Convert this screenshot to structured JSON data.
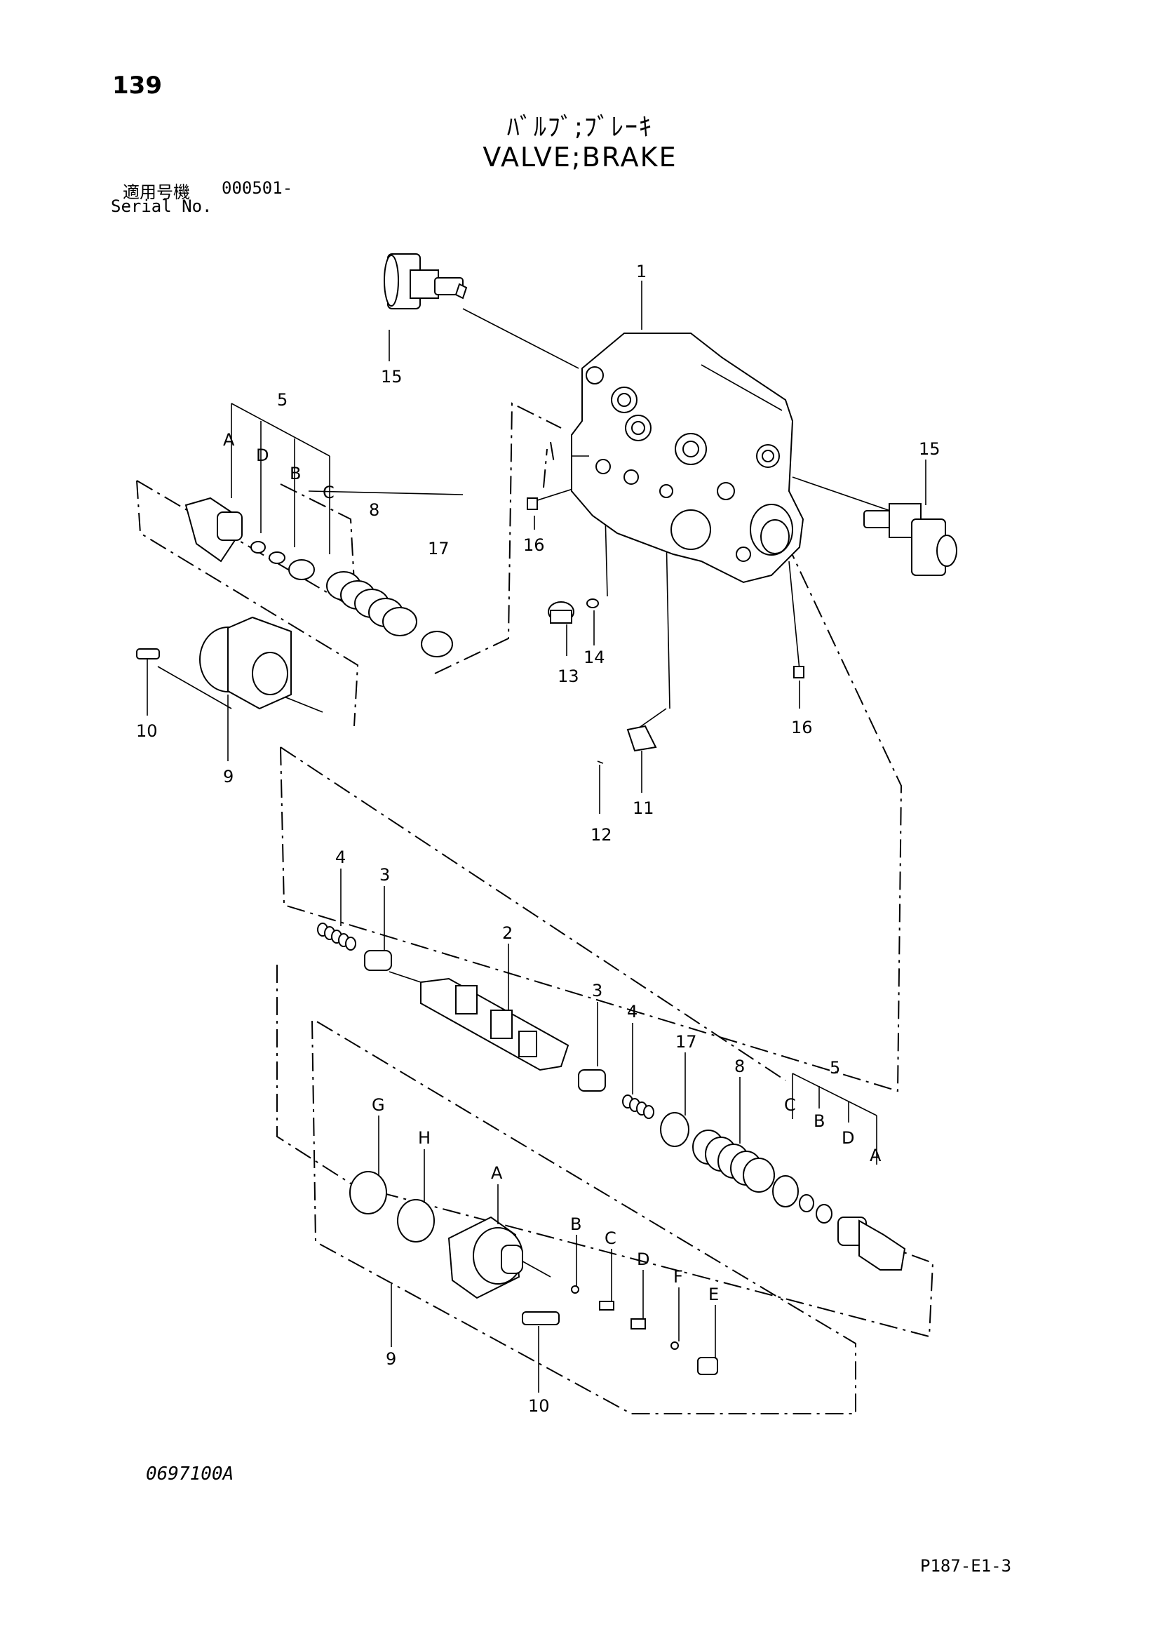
{
  "page_number": "139",
  "title_jp": "ﾊﾞﾙﾌﾞ;ﾌﾞﾚｰｷ",
  "title_en": "VALVE;BRAKE",
  "serial": {
    "label_jp": "適用号機",
    "value": "000501-",
    "label_en": "Serial No."
  },
  "drawing_code": "0697100A",
  "page_ref": "P187-E1-3",
  "callouts": [
    {
      "id": "c-1",
      "text": "1"
    },
    {
      "id": "c-15a",
      "text": "15"
    },
    {
      "id": "c-15b",
      "text": "15"
    },
    {
      "id": "c-5a",
      "text": "5"
    },
    {
      "id": "c-Aa",
      "text": "A"
    },
    {
      "id": "c-Da",
      "text": "D"
    },
    {
      "id": "c-Ba",
      "text": "B"
    },
    {
      "id": "c-Ca",
      "text": "C"
    },
    {
      "id": "c-8a",
      "text": "8"
    },
    {
      "id": "c-17a",
      "text": "17"
    },
    {
      "id": "c-16a",
      "text": "16"
    },
    {
      "id": "c-14",
      "text": "14"
    },
    {
      "id": "c-13",
      "text": "13"
    },
    {
      "id": "c-16b",
      "text": "16"
    },
    {
      "id": "c-10a",
      "text": "10"
    },
    {
      "id": "c-9a",
      "text": "9"
    },
    {
      "id": "c-11",
      "text": "11"
    },
    {
      "id": "c-12",
      "text": "12"
    },
    {
      "id": "c-4a",
      "text": "4"
    },
    {
      "id": "c-3a",
      "text": "3"
    },
    {
      "id": "c-2",
      "text": "2"
    },
    {
      "id": "c-3b",
      "text": "3"
    },
    {
      "id": "c-4b",
      "text": "4"
    },
    {
      "id": "c-17b",
      "text": "17"
    },
    {
      "id": "c-8b",
      "text": "8"
    },
    {
      "id": "c-5b",
      "text": "5"
    },
    {
      "id": "c-Cb",
      "text": "C"
    },
    {
      "id": "c-Bb",
      "text": "B"
    },
    {
      "id": "c-Db",
      "text": "D"
    },
    {
      "id": "c-Ab",
      "text": "A"
    },
    {
      "id": "c-G",
      "text": "G"
    },
    {
      "id": "c-H",
      "text": "H"
    },
    {
      "id": "c-Ac",
      "text": "A"
    },
    {
      "id": "c-Bc",
      "text": "B"
    },
    {
      "id": "c-Cc",
      "text": "C"
    },
    {
      "id": "c-Dc",
      "text": "D"
    },
    {
      "id": "c-F",
      "text": "F"
    },
    {
      "id": "c-E",
      "text": "E"
    },
    {
      "id": "c-9b",
      "text": "9"
    },
    {
      "id": "c-10b",
      "text": "10"
    }
  ]
}
